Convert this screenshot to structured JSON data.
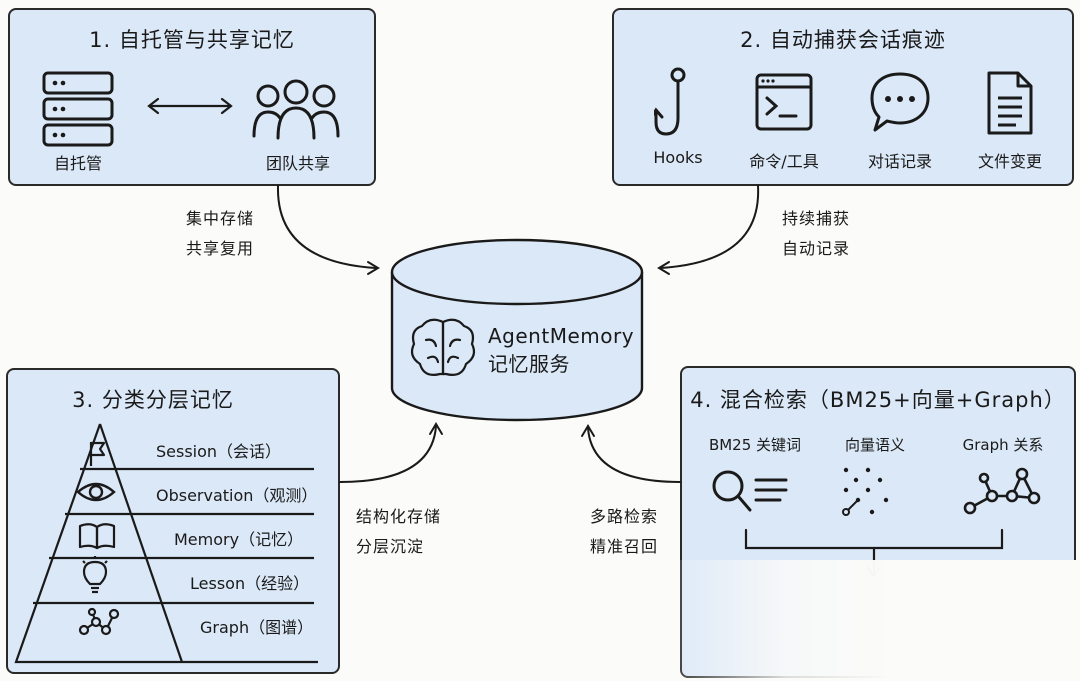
{
  "panel1": {
    "title": "1. 自托管与共享记忆",
    "self_host_label": "自托管",
    "team_label": "团队共享"
  },
  "panel2": {
    "title": "2. 自动捕获会话痕迹",
    "items": [
      {
        "label": "Hooks",
        "icon": "hook-icon"
      },
      {
        "label": "命令/工具",
        "icon": "terminal-icon"
      },
      {
        "label": "对话记录",
        "icon": "chat-icon"
      },
      {
        "label": "文件变更",
        "icon": "document-icon"
      }
    ]
  },
  "panel3": {
    "title": "3. 分类分层记忆",
    "layers": [
      {
        "label": "Session（会话）",
        "icon": "flag-icon"
      },
      {
        "label": "Observation（观测）",
        "icon": "eye-icon"
      },
      {
        "label": "Memory（记忆）",
        "icon": "book-icon"
      },
      {
        "label": "Lesson（经验）",
        "icon": "lightbulb-icon"
      },
      {
        "label": "Graph（图谱）",
        "icon": "graph-icon"
      }
    ]
  },
  "panel4": {
    "title": "4. 混合检索（BM25+向量+Graph）",
    "items": [
      {
        "label": "BM25 关键词",
        "icon": "magnifier-icon"
      },
      {
        "label": "向量语义",
        "icon": "scatter-icon"
      },
      {
        "label": "Graph 关系",
        "icon": "network-icon"
      }
    ]
  },
  "center": {
    "line1": "AgentMemory",
    "line2": "记忆服务"
  },
  "notes": {
    "top_left": [
      "集中存储",
      "共享复用"
    ],
    "top_right": [
      "持续捕获",
      "自动记录"
    ],
    "bottom_left": [
      "结构化存储",
      "分层沉淀"
    ],
    "bottom_right": [
      "多路检索",
      "精准召回"
    ]
  }
}
